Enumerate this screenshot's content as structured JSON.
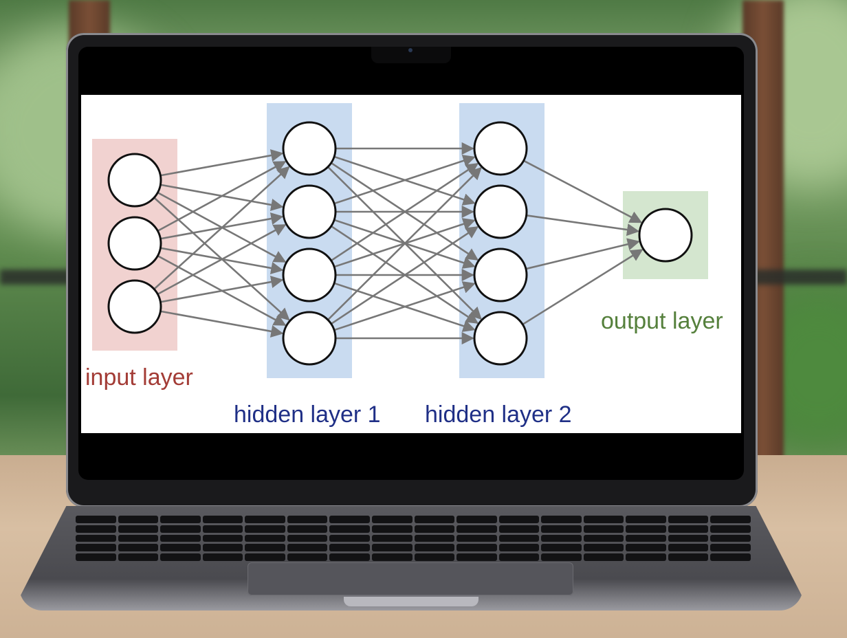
{
  "diagram": {
    "labels": {
      "input": "input layer",
      "hidden1": "hidden layer 1",
      "hidden2": "hidden layer 2",
      "output": "output layer"
    },
    "layers": [
      {
        "id": "input",
        "nodes": 3
      },
      {
        "id": "hidden1",
        "nodes": 4
      },
      {
        "id": "hidden2",
        "nodes": 4
      },
      {
        "id": "output",
        "nodes": 1
      }
    ],
    "colors": {
      "input_band": "#f1d2d0",
      "hidden_band": "#c9dbf0",
      "output_band": "#d4e6cf",
      "input_text": "#a33c36",
      "hidden_text": "#1f2f86",
      "output_text": "#55803c",
      "edge": "#777777",
      "node_stroke": "#111111",
      "node_fill": "#ffffff"
    }
  }
}
